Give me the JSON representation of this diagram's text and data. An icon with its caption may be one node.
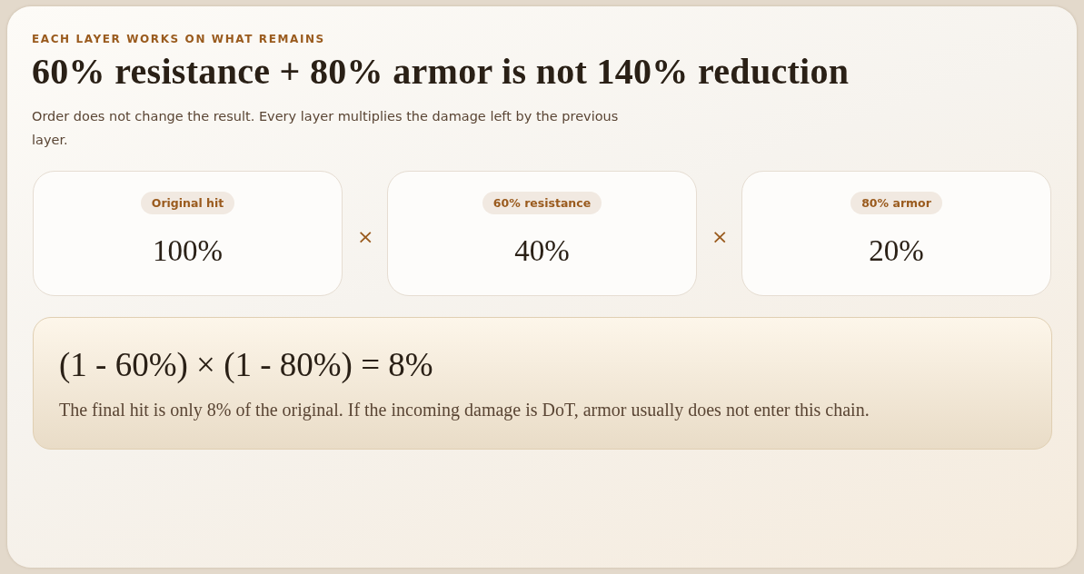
{
  "diagram": {
    "title": "60% resistance + 80% armor is not 140% reduction",
    "nodes": [
      {
        "text": [
          "Original hit",
          "100%"
        ]
      },
      {
        "text": [
          "60% resistance",
          "40%"
        ]
      },
      {
        "text": [
          "80% armor",
          "20%"
        ]
      },
      {
        "text": [
          "(1 - 60%) × (1 - 80%) = 8%",
          "The final hit is only 8% of the original. If the incoming damage is DoT, armor usually does not enter this chain."
        ]
      }
    ],
    "labels": [
      "EACH LAYER WORKS ON WHAT REMAINS",
      "Order does not change the result. Every layer multiplies the damage left by the previous layer.",
      "×",
      "×"
    ]
  }
}
